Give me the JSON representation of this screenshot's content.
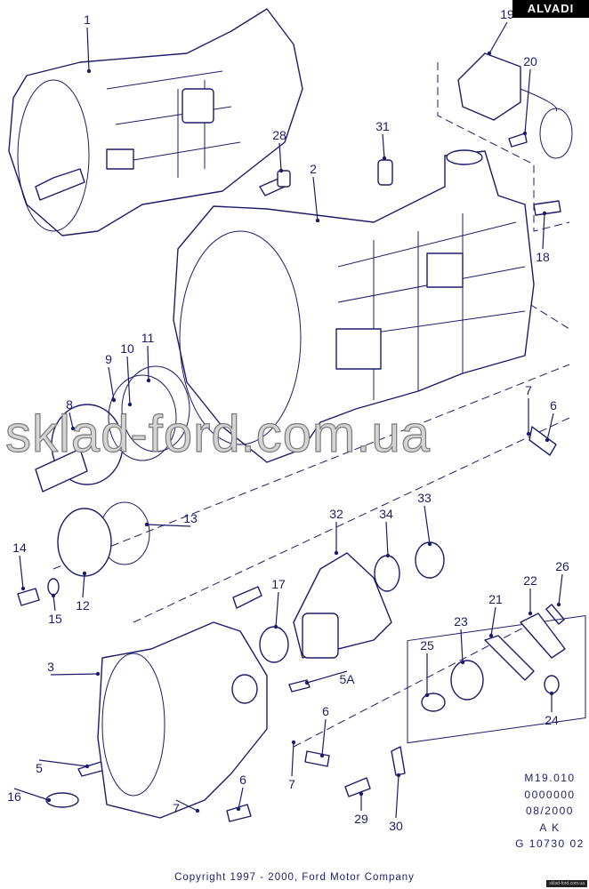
{
  "brand_label": "ALVADI",
  "reference": {
    "line1": "M19.010",
    "line2": "0000000",
    "line3": "08/2000",
    "line4": "A K",
    "line5": "G 10730 02"
  },
  "copyright": "Copyright 1997 - 2000, Ford Motor Company",
  "watermark": "sklad-ford.com.ua",
  "corner_mark": "sklad-ford.com.ua",
  "callouts": [
    "1",
    "2",
    "3",
    "5",
    "5A",
    "6",
    "6",
    "6",
    "7",
    "7",
    "7",
    "8",
    "9",
    "10",
    "11",
    "12",
    "13",
    "14",
    "15",
    "16",
    "17",
    "18",
    "19",
    "20",
    "21",
    "22",
    "23",
    "24",
    "25",
    "26",
    "28",
    "29",
    "30",
    "31",
    "32",
    "33",
    "34"
  ],
  "colors": {
    "ink": "#1c1c6b",
    "brand_bg": "#000000"
  }
}
